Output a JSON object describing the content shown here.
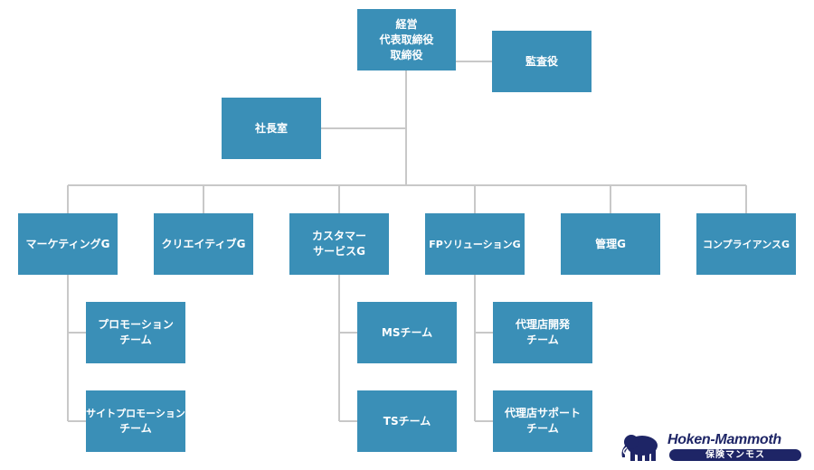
{
  "org": {
    "top": {
      "line1": "経営",
      "line2": "代表取締役",
      "line3": "取締役"
    },
    "auditor": "監査役",
    "president_office": "社長室",
    "groups": {
      "marketing": "マーケティングG",
      "creative": "クリエイティブG",
      "customer_line1": "カスタマー",
      "customer_line2": "サービスG",
      "fp": "FPソリューションG",
      "management": "管理G",
      "compliance": "コンプライアンスG"
    },
    "teams": {
      "promotion_line1": "プロモーション",
      "promotion_line2": "チーム",
      "site_promotion_line1": "サイトプロモーション",
      "site_promotion_line2": "チーム",
      "ms": "MSチーム",
      "ts": "TSチーム",
      "agency_dev_line1": "代理店開発",
      "agency_dev_line2": "チーム",
      "agency_support_line1": "代理店サポート",
      "agency_support_line2": "チーム"
    }
  },
  "logo": {
    "name": "Hoken-Mammoth",
    "subtitle": "保険マンモス"
  },
  "colors": {
    "box": "#3a8fb7",
    "line": "#c8c8c8",
    "box_text": "#ffffff",
    "logo": "#1e2566"
  }
}
